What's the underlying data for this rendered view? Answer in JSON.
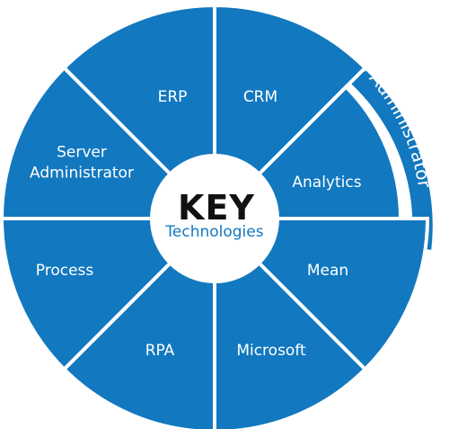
{
  "center": {
    "title": "KEY",
    "subtitle": "Technologies"
  },
  "segments": [
    {
      "id": "erp",
      "lines": [
        "ERP"
      ]
    },
    {
      "id": "crm",
      "lines": [
        "CRM"
      ]
    },
    {
      "id": "analytics",
      "lines": [
        "Analytics"
      ]
    },
    {
      "id": "mean",
      "lines": [
        "Mean"
      ]
    },
    {
      "id": "microsoft",
      "lines": [
        "Microsoft"
      ]
    },
    {
      "id": "rpa",
      "lines": [
        "RPA"
      ]
    },
    {
      "id": "process",
      "lines": [
        "Process"
      ]
    },
    {
      "id": "server-administrator",
      "lines": [
        "Server",
        "Administrator"
      ]
    }
  ],
  "outer_arc": {
    "label": "DB Administrator"
  },
  "colors": {
    "segment": "#1278bf",
    "background": "#ffffff",
    "title": "#111111",
    "subtitle": "#1278bf"
  }
}
